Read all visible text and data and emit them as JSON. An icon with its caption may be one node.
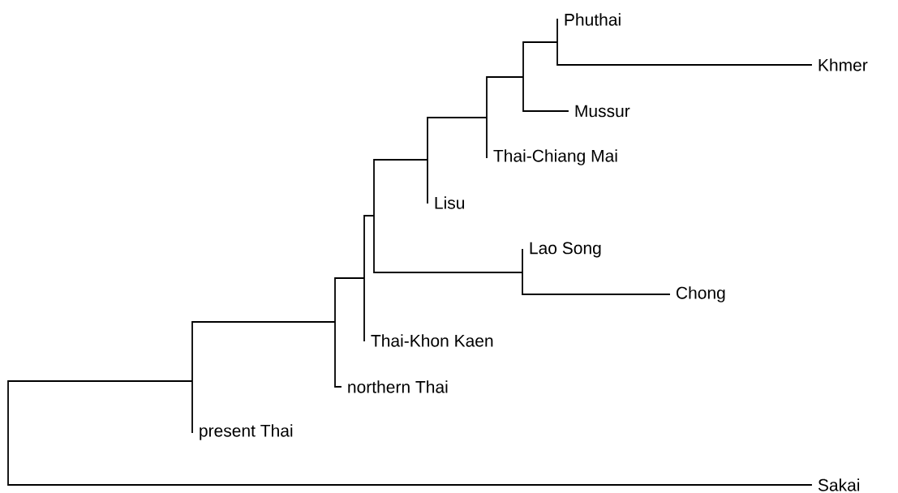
{
  "diagram": {
    "nodes": [
      {
        "text": [
          "Phuthai"
        ]
      },
      {
        "text": [
          "Khmer"
        ]
      },
      {
        "text": [
          "Mussur"
        ]
      },
      {
        "text": [
          "Thai-Chiang Mai"
        ]
      },
      {
        "text": [
          "Lisu"
        ]
      },
      {
        "text": [
          "Lao Song"
        ]
      },
      {
        "text": [
          "Chong"
        ]
      },
      {
        "text": [
          "Thai-Khon Kaen"
        ]
      },
      {
        "text": [
          "northern Thai"
        ]
      },
      {
        "text": [
          "present Thai"
        ]
      },
      {
        "text": [
          "Sakai"
        ]
      }
    ]
  }
}
